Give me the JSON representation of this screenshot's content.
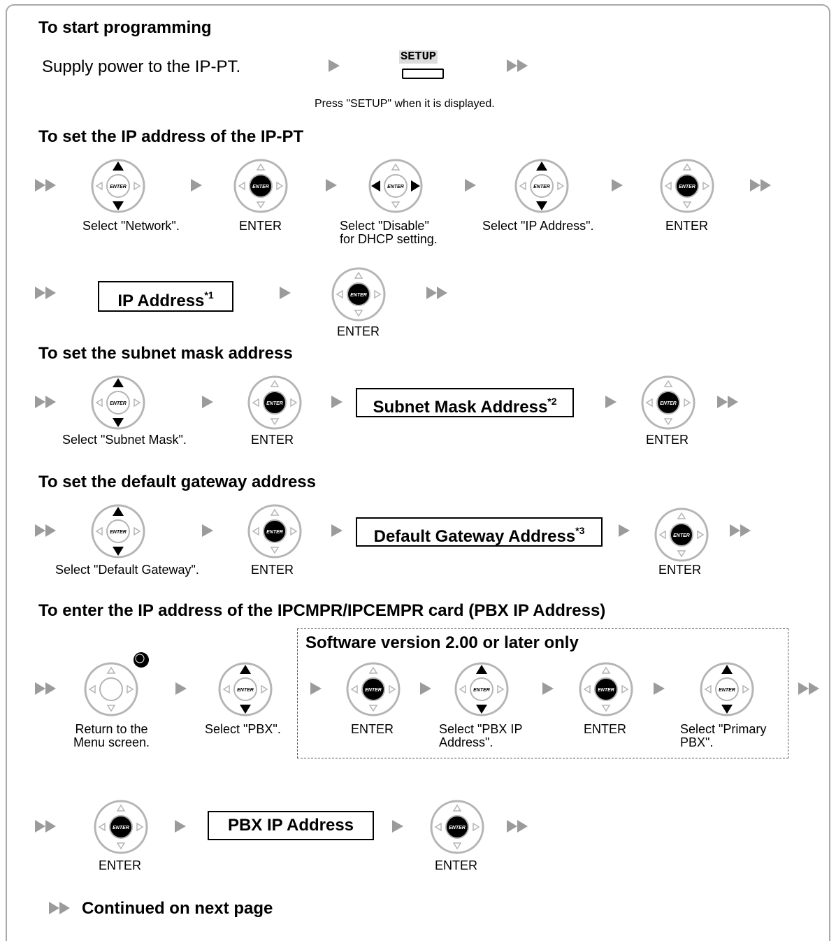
{
  "sections": {
    "start": "To start programming",
    "ip": "To set the IP address of the IP-PT",
    "subnet": "To set the subnet mask address",
    "gateway": "To set the default gateway address",
    "pbx": "To enter the IP address of the IPCMPR/IPCEMPR card (PBX IP Address)"
  },
  "start": {
    "supply": "Supply power to the IP-PT.",
    "setup_key": "SETUP",
    "setup_caption": "Press \"SETUP\" when it is displayed."
  },
  "ip_row": {
    "c1": "Select \"Network\".",
    "c2": "ENTER",
    "c3a": "Select \"Disable\"",
    "c3b": "for DHCP setting.",
    "c4": "Select \"IP Address\".",
    "c5": "ENTER"
  },
  "ip_row2": {
    "box_label": "IP Address",
    "box_sup": "*1",
    "c1": "ENTER"
  },
  "subnet_row": {
    "c1": "Select \"Subnet Mask\".",
    "c2": "ENTER",
    "box_label": "Subnet Mask Address",
    "box_sup": "*2",
    "c3": "ENTER"
  },
  "gateway_row": {
    "c1": "Select \"Default Gateway\".",
    "c2": "ENTER",
    "box_label": "Default Gateway Address",
    "box_sup": "*3",
    "c3": "ENTER"
  },
  "pbx_row": {
    "software_note": "Software version 2.00 or later only",
    "c1a": "Return to the",
    "c1b": "Menu screen.",
    "c2": "Select \"PBX\".",
    "c3": "ENTER",
    "c4a": "Select \"PBX IP",
    "c4b": "Address\".",
    "c5": "ENTER",
    "c6a": "Select \"Primary",
    "c6b": "PBX\"."
  },
  "pbx_row2": {
    "c1": "ENTER",
    "box_label": "PBX IP Address",
    "c2": "ENTER"
  },
  "footer": {
    "continued": "Continued on next page"
  },
  "colors": {
    "arrow_gray": "#9b9b9b",
    "navkey_ring": "#b5b5b5",
    "frame_border": "#a9a9a9"
  }
}
